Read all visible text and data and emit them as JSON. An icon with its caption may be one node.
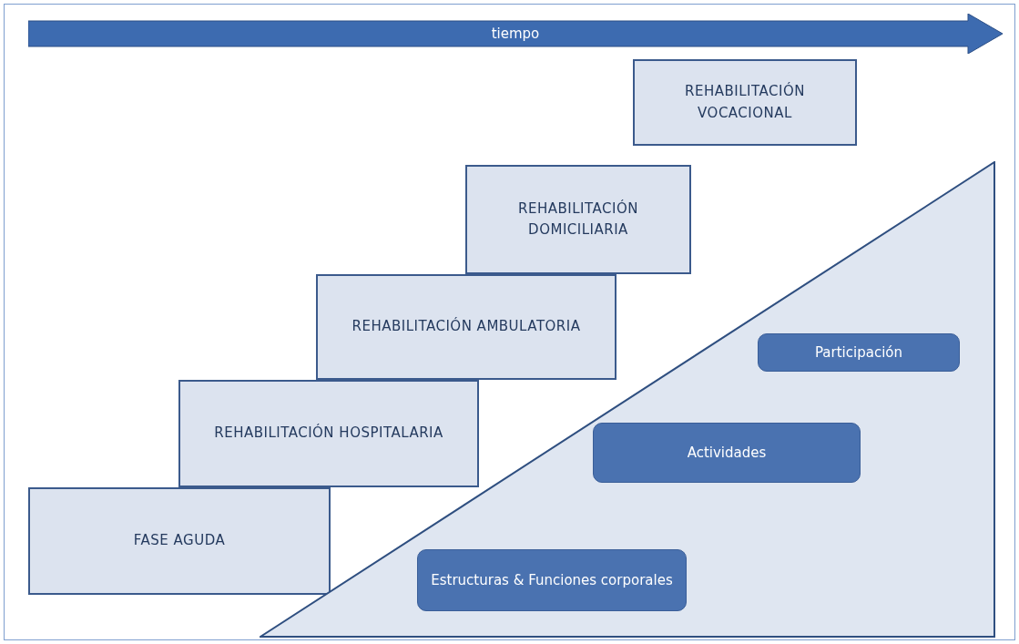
{
  "diagram": {
    "nodes": [
      {
        "text": [
          "tiempo"
        ]
      },
      {
        "text": [
          "REHABILITACIÓN VOCACIONAL"
        ]
      },
      {
        "text": [
          "REHABILITACIÓN DOMICILIARIA"
        ]
      },
      {
        "text": [
          "REHABILITACIÓN AMBULATORIA"
        ]
      },
      {
        "text": [
          "REHABILITACIÓN HOSPITALARIA"
        ]
      },
      {
        "text": [
          "FASE AGUDA"
        ]
      },
      {
        "text": [],
        "shape": "triangle"
      },
      {
        "text": [
          "Participación"
        ],
        "in": 6
      },
      {
        "text": [
          "Actividades"
        ],
        "in": 6
      },
      {
        "text": [
          "Estructuras & Funciones corporales"
        ],
        "in": 6
      }
    ]
  }
}
